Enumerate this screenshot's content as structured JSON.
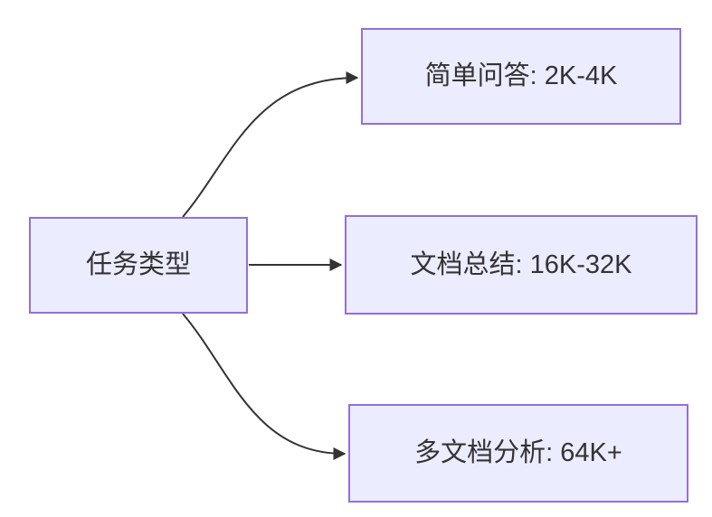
{
  "diagram": {
    "type": "flowchart",
    "direction": "left-to-right",
    "background_color": "#ffffff",
    "root": {
      "label": "任务类型"
    },
    "branches": [
      {
        "label": "简单问答: 2K-4K"
      },
      {
        "label": "文档总结: 16K-32K"
      },
      {
        "label": "多文档分析: 64K+"
      }
    ],
    "edges": [
      {
        "from": "任务类型",
        "to": "简单问答: 2K-4K"
      },
      {
        "from": "任务类型",
        "to": "文档总结: 16K-32K"
      },
      {
        "from": "任务类型",
        "to": "多文档分析: 64K+"
      }
    ],
    "colors": {
      "node_fill": "#ECECFF",
      "node_border": "#9370DB",
      "edge_stroke": "#333333",
      "text": "#333333"
    }
  }
}
